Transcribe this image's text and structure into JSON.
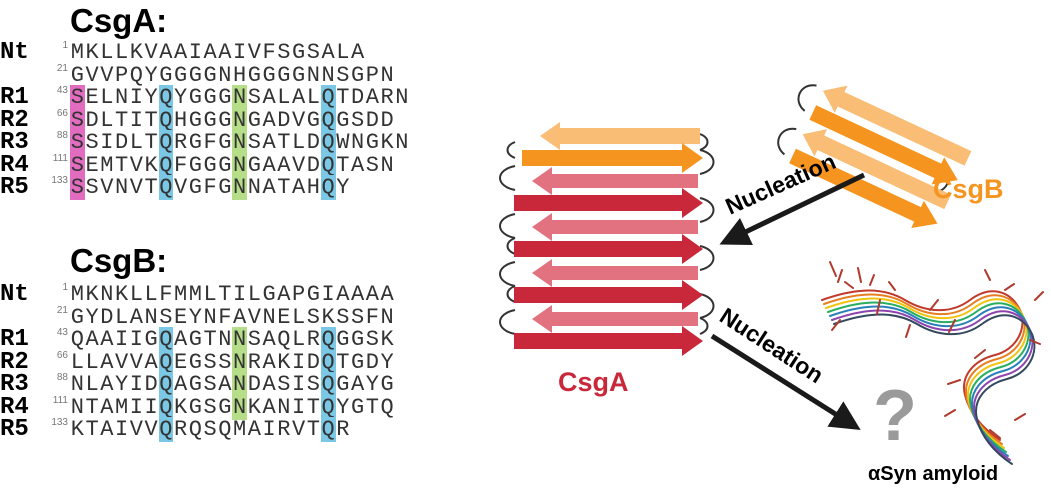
{
  "csga": {
    "title": "CsgA:",
    "rows": [
      {
        "label": "Nt",
        "num": "1",
        "seq": "MKLLKVAAIAAIVFSGSALA",
        "hl": {}
      },
      {
        "label": "",
        "num": "21",
        "seq": "GVVPQYGGGGNHGGGGNNSGPN",
        "hl": {}
      },
      {
        "label": "R1",
        "num": "43",
        "seq": "SELNIYQYGGGNSALALQTDARN",
        "hl": {
          "0": "pink",
          "6": "blue",
          "11": "green",
          "17": "blue"
        }
      },
      {
        "label": "R2",
        "num": "66",
        "seq": "SDLTITQHGGGNGADVGQGSDD",
        "hl": {
          "0": "pink",
          "6": "blue",
          "11": "green",
          "17": "blue"
        }
      },
      {
        "label": "R3",
        "num": "88",
        "seq": "SSIDLTQRGFGNSATLDQWNGKN",
        "hl": {
          "0": "pink",
          "6": "blue",
          "11": "green",
          "17": "blue"
        }
      },
      {
        "label": "R4",
        "num": "111",
        "seq": "SEMTVKQFGGGNGAAVDQTASN",
        "hl": {
          "0": "pink",
          "6": "blue",
          "11": "green",
          "17": "blue"
        }
      },
      {
        "label": "R5",
        "num": "133",
        "seq": "SSVNVTQVGFGNNATAHQY",
        "hl": {
          "0": "pink",
          "6": "blue",
          "11": "green",
          "17": "blue"
        }
      }
    ]
  },
  "csgb": {
    "title": "CsgB:",
    "rows": [
      {
        "label": "Nt",
        "num": "1",
        "seq": "MKNKLLFMMLTILGAPGIAAAA",
        "hl": {}
      },
      {
        "label": "",
        "num": "21",
        "seq": "GYDLANSEYNFAVNELSKSSFN",
        "hl": {}
      },
      {
        "label": "R1",
        "num": "43",
        "seq": "QAAIIGQAGTNNSAQLRQGGSK",
        "hl": {
          "6": "blue",
          "11": "green",
          "17": "blue"
        }
      },
      {
        "label": "R2",
        "num": "66",
        "seq": "LLAVVAQEGSSNRAKIDQTGDY",
        "hl": {
          "6": "blue",
          "11": "green",
          "17": "blue"
        }
      },
      {
        "label": "R3",
        "num": "88",
        "seq": "NLAYIDQAGSANDASISQGAYG",
        "hl": {
          "6": "blue",
          "11": "green",
          "17": "blue"
        }
      },
      {
        "label": "R4",
        "num": "111",
        "seq": "NTAMIIQKGSGNKANITQYGTQ",
        "hl": {
          "6": "blue",
          "11": "green",
          "17": "blue"
        }
      },
      {
        "label": "R5",
        "num": "133",
        "seq": "KTAIVVQRQSQMAIRVTQR",
        "hl": {
          "6": "blue",
          "17": "blue"
        }
      }
    ]
  },
  "diagram": {
    "nucleation_top": "Nucleation",
    "nucleation_bottom": "Nucleation",
    "csgb_label": "CsgB",
    "csga_label": "CsgA",
    "question_mark": "?",
    "asyn_label": "αSyn amyloid"
  },
  "colors": {
    "csga_dark": "#c9283a",
    "csga_light": "#e2727f",
    "csgb_dark": "#f5951f",
    "csgb_light": "#f9bd76",
    "highlight_pink": "#e26cc0",
    "highlight_blue": "#7ac8e6",
    "highlight_green": "#b6dd88",
    "question_gray": "#9a9a9a"
  }
}
